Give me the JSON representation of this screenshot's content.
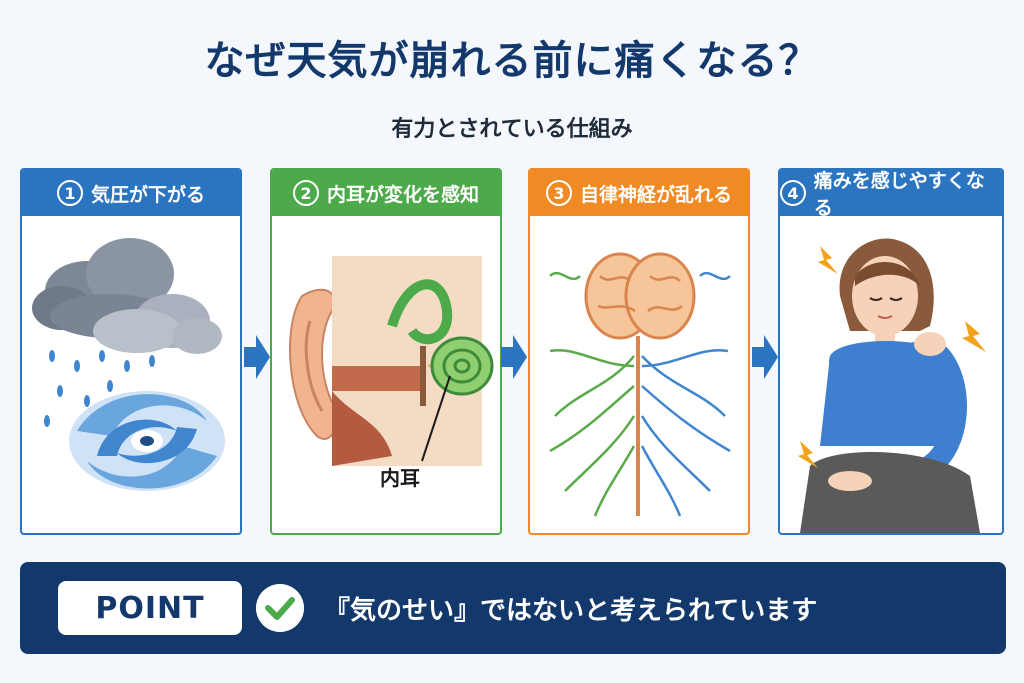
{
  "title": "なぜ天気が崩れる前に痛くなる？",
  "subtitle": "有力とされている仕組み",
  "steps": [
    {
      "number": "1",
      "label": "気圧が下がる",
      "color": "#2a74c0"
    },
    {
      "number": "2",
      "label": "内耳が変化を感知",
      "color": "#4caa4a",
      "annotation": "内耳"
    },
    {
      "number": "3",
      "label": "自律神経が乱れる",
      "color": "#f08a24"
    },
    {
      "number": "4",
      "label": "痛みを感じやすくなる",
      "color": "#2a74c0"
    }
  ],
  "point": {
    "badge": "POINT",
    "text": "『気のせい』ではないと考えられています"
  },
  "colors": {
    "title": "#13386b",
    "arrow": "#2a74c0",
    "point_bar": "#13386b",
    "check": "#4caa4a"
  },
  "icons": [
    "rain-cloud-icon",
    "typhoon-icon",
    "ear-anatomy-icon",
    "brain-nerves-icon",
    "woman-shoulder-pain-icon",
    "check-icon",
    "right-arrow-icon"
  ]
}
